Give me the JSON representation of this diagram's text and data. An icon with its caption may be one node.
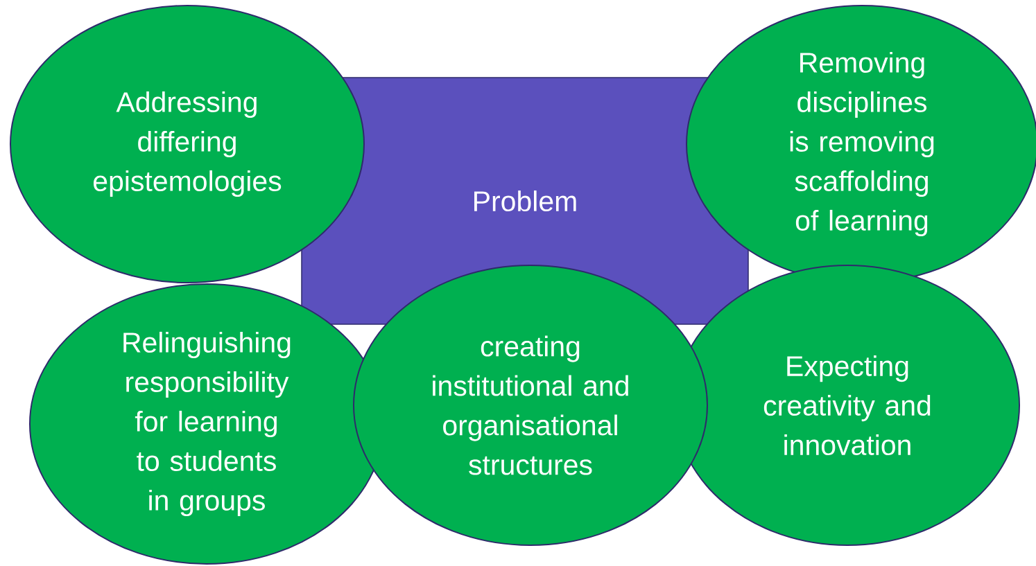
{
  "diagram": {
    "nodes": [
      {
        "text": [
          "Addressing differing epistemologies"
        ]
      },
      {
        "text": [
          "Problem"
        ]
      },
      {
        "text": [
          "Removing disciplines is removing scaffolding of learning"
        ]
      },
      {
        "text": [
          "Relinguishing responsibility for learning to students in groups"
        ]
      },
      {
        "text": [
          "creating institutional and organisational structures"
        ]
      },
      {
        "text": [
          "Expecting creativity and innovation"
        ]
      }
    ]
  }
}
